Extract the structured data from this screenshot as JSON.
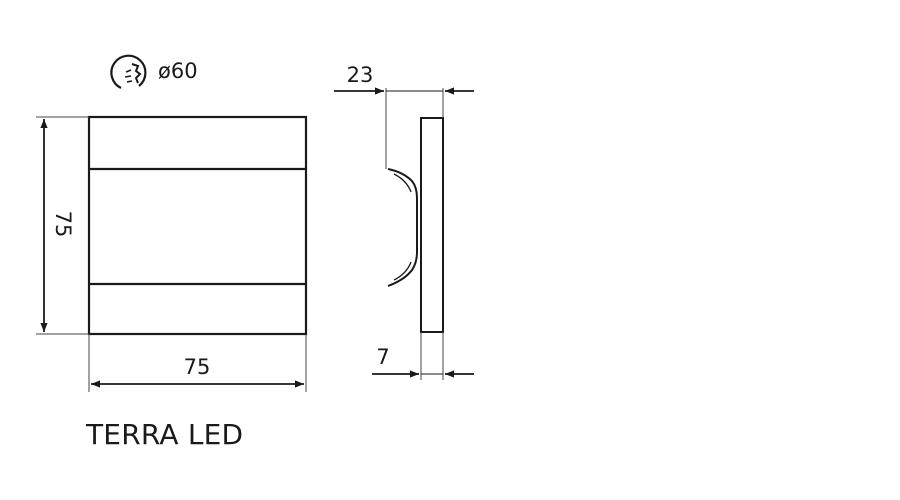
{
  "product": {
    "name": "TERRA LED"
  },
  "mounting": {
    "icon": "recessed-box-icon",
    "label": "ø60"
  },
  "front_view": {
    "height_label": "75",
    "width_label": "75"
  },
  "side_view": {
    "depth_label": "23",
    "plate_label": "7"
  },
  "colors": {
    "line": "#1a1a1a",
    "dim_line": "#444444",
    "background": "#ffffff"
  }
}
